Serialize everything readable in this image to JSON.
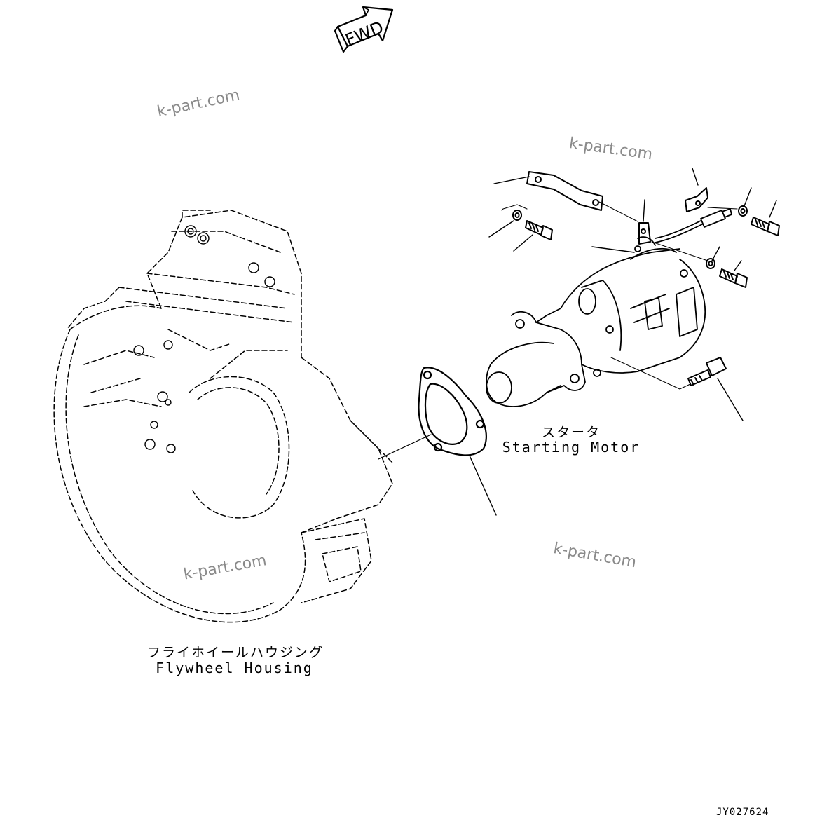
{
  "fwd_label": "FWD",
  "labels": {
    "starter_jp": "スタータ",
    "starter_en": "Starting Motor",
    "housing_jp": "フライホイールハウジング",
    "housing_en": "Flywheel Housing"
  },
  "watermark": "k-part.com",
  "drawing_code": "JY027624",
  "colors": {
    "line": "#000000",
    "watermark": "#8a8a8a",
    "background": "#ffffff"
  }
}
